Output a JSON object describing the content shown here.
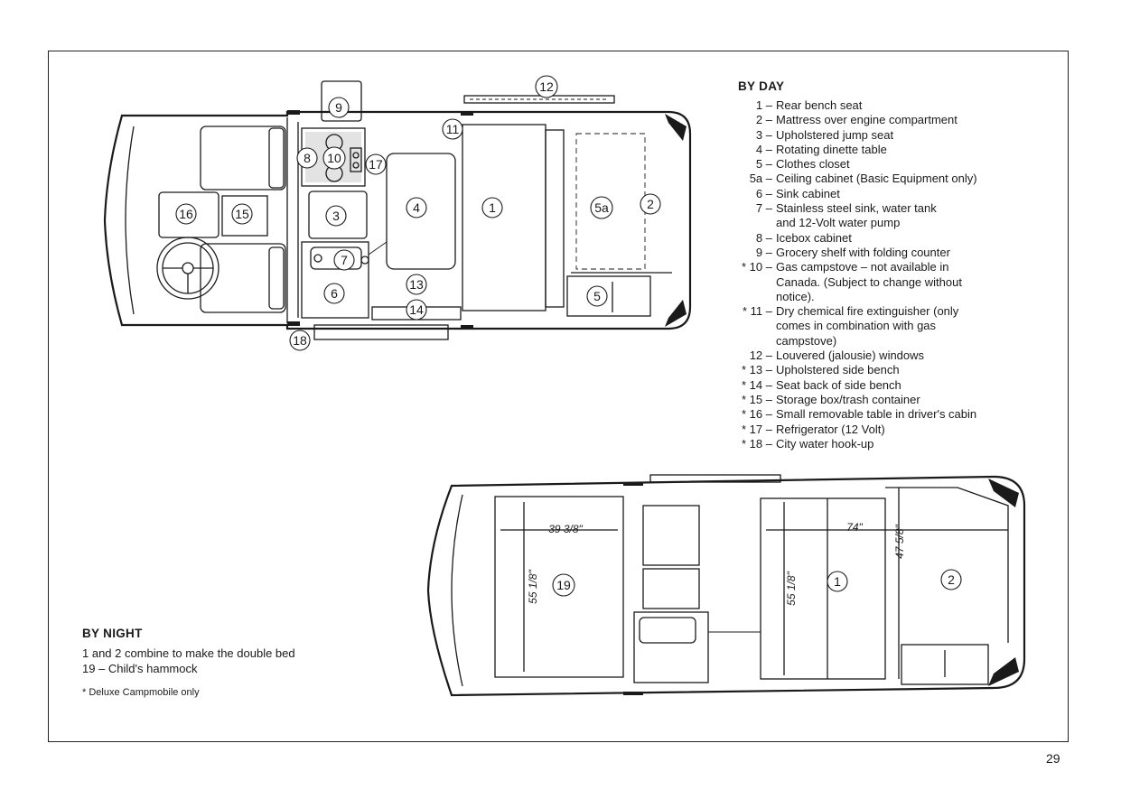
{
  "by_day": {
    "title": "BY DAY",
    "items": [
      {
        "num": "1 –",
        "text": "Rear bench seat"
      },
      {
        "num": "2 –",
        "text": "Mattress over engine compartment"
      },
      {
        "num": "3 –",
        "text": "Upholstered jump seat"
      },
      {
        "num": "4 –",
        "text": "Rotating dinette table"
      },
      {
        "num": "5 –",
        "text": "Clothes closet"
      },
      {
        "num": "5a –",
        "text": "Ceiling cabinet (Basic Equipment only)"
      },
      {
        "num": "6 –",
        "text": "Sink cabinet"
      },
      {
        "num": "7 –",
        "text": "Stainless steel sink, water tank\nand 12-Volt water pump"
      },
      {
        "num": "8 –",
        "text": "Icebox cabinet"
      },
      {
        "num": "9 –",
        "text": "Grocery shelf with folding counter"
      },
      {
        "num": "* 10 –",
        "text": "Gas campstove – not available in\nCanada. (Subject to change without\nnotice)."
      },
      {
        "num": "* 11 –",
        "text": "Dry chemical fire extinguisher (only\ncomes in combination with gas\ncampstove)"
      },
      {
        "num": "12 –",
        "text": "Louvered (jalousie) windows"
      },
      {
        "num": "* 13 –",
        "text": "Upholstered side bench"
      },
      {
        "num": "* 14 –",
        "text": "Seat back of side bench"
      },
      {
        "num": "* 15 –",
        "text": "Storage box/trash container"
      },
      {
        "num": "* 16 –",
        "text": "Small removable table in driver's cabin"
      },
      {
        "num": "* 17 –",
        "text": "Refrigerator  (12 Volt)"
      },
      {
        "num": "* 18 –",
        "text": "City water hook-up"
      }
    ]
  },
  "by_night": {
    "title": "BY NIGHT",
    "line1": "1 and 2 combine to make the double bed",
    "line2": "19 – Child's hammock",
    "footnote": "* Deluxe Campmobile only"
  },
  "day_plan_labels": [
    "1",
    "2",
    "3",
    "4",
    "5",
    "5a",
    "6",
    "7",
    "8",
    "9",
    "10",
    "11",
    "12",
    "13",
    "14",
    "15",
    "16",
    "17",
    "18"
  ],
  "night_plan_labels": [
    "19",
    "1",
    "2"
  ],
  "dimensions": {
    "hammock_width": "39 3/8\"",
    "hammock_length": "55 1/8\"",
    "bed_length": "74\"",
    "bed_width_left": "55 1/8\"",
    "bed_width_right": "47 5/8\""
  },
  "page_number": "29"
}
